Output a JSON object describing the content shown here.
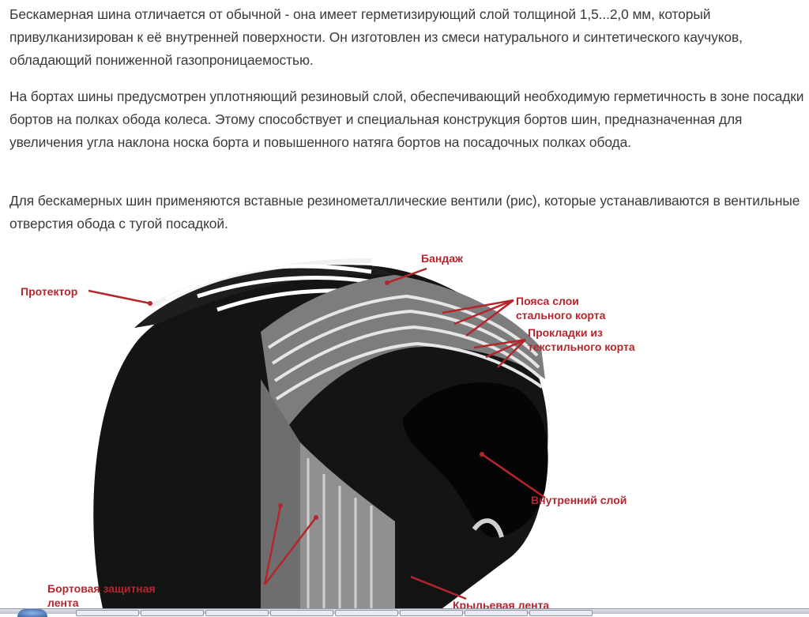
{
  "article": {
    "paragraphs": [
      "Бескамерная шина отличается от обычной - она имеет герметизирующий слой толщиной 1,5...2,0 мм, который привулканизирован к её внутренней поверхности. Он изготовлен из смеси натурального и синтетического каучуков, обладающий пониженной газопроницаемостью.",
      "На бортах шины предусмотрен уплотняющий резиновый слой, обеспечивающий необходимую герметичность в зоне посадки бортов на полках обода колеса. Этому способствует и специальная конструкция бортов шин, предназначенная для увеличения угла наклона носка борта и повышенного натяга бортов на посадочных полках обода.",
      "Для бескамерных шин применяются вставные резинометаллические вентили (рис), которые устанавливаются в вентильные отверстия обода с тугой посадкой."
    ]
  },
  "figure": {
    "labels": {
      "protector": "Протектор",
      "bandazh": "Бандаж",
      "belts": "Пояса слои стального корта",
      "plies": "Прокладки из текстильного корта",
      "inner_layer": "Внутренний слой",
      "bead_tape": "Бортовая защитная лента",
      "wing_tape": "Крыльевая лента"
    },
    "label_color": "#b5262c",
    "tire_color": "#111111"
  }
}
